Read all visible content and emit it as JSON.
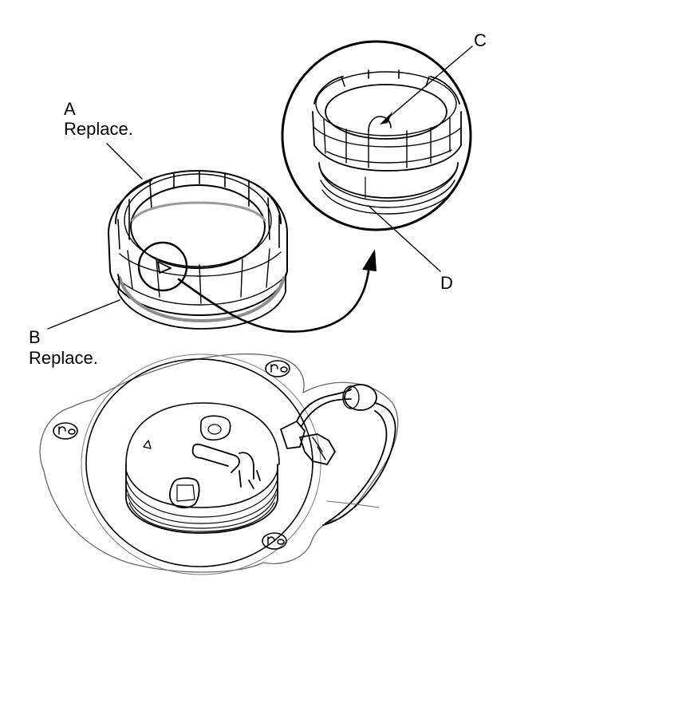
{
  "callouts": {
    "a": {
      "letter": "A",
      "note": "Replace."
    },
    "b": {
      "letter": "B",
      "note": "Replace."
    },
    "c": {
      "letter": "C"
    },
    "d": {
      "letter": "D"
    }
  },
  "icons": {
    "bolt_nut": "n-o-nut-symbol"
  },
  "colors": {
    "line": "#000000",
    "thin_line": "#555555",
    "gasket": "#9a9a9a",
    "background": "#ffffff"
  }
}
